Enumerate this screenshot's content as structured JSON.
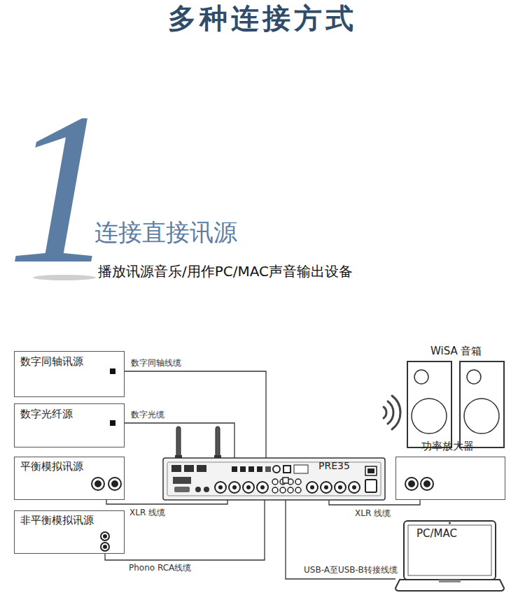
{
  "diagram": {
    "title": "多种连接方式",
    "nodes": [
      {
        "text": [
          "数字同轴讯源"
        ]
      },
      {
        "text": [
          "数字光纤源"
        ]
      },
      {
        "text": [
          "平衡模拟讯源"
        ]
      },
      {
        "text": [
          "非平衡模拟讯源"
        ]
      },
      {
        "text": [
          "PRE35"
        ]
      },
      {
        "text": [
          "WiSA 音箱"
        ]
      },
      {
        "text": [
          "功率放大器"
        ]
      },
      {
        "text": [
          "PC/MAC"
        ]
      }
    ],
    "edges": [
      {
        "from": 0,
        "to": 4,
        "label": "数字同轴线缆",
        "arrow": "none"
      },
      {
        "from": 1,
        "to": 4,
        "label": "数字光缆",
        "arrow": "none"
      },
      {
        "from": 2,
        "to": 4,
        "label": "XLR 线缆",
        "arrow": "none"
      },
      {
        "from": 3,
        "to": 4,
        "label": "Phono RCA线缆",
        "arrow": "none"
      },
      {
        "from": 4,
        "to": 6,
        "label": "XLR 线缆",
        "arrow": "none"
      },
      {
        "from": 4,
        "to": 7,
        "label": "USB-A至USB-B转接线缆",
        "arrow": "none"
      }
    ],
    "labels": [
      "1",
      "连接直接讯源",
      "播放讯源音乐/用作PC/MAC声音输出设备"
    ]
  }
}
